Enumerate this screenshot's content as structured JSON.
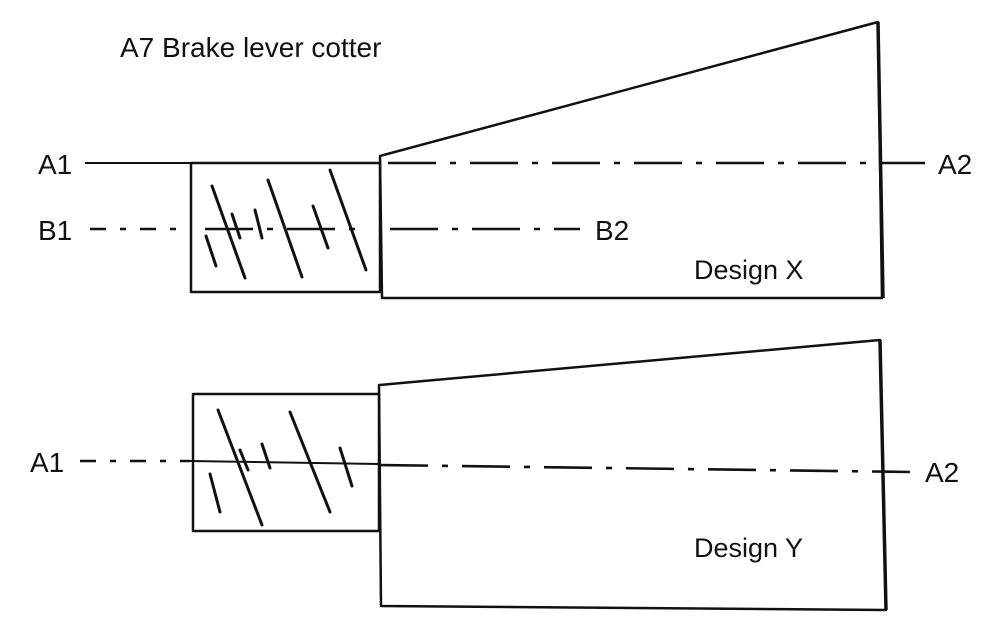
{
  "title": "A7 Brake lever cotter",
  "design_x": {
    "label": "Design X",
    "axis_a": {
      "start": "A1",
      "end": "A2"
    },
    "axis_b": {
      "start": "B1",
      "end": "B2"
    }
  },
  "design_y": {
    "label": "Design Y",
    "axis_a": {
      "start": "A1",
      "end": "A2"
    }
  }
}
